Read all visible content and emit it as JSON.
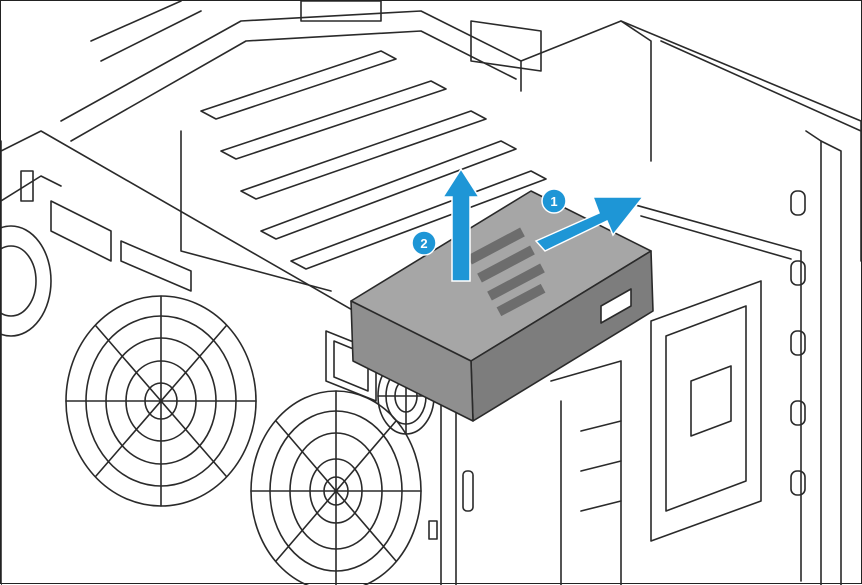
{
  "figure": {
    "line_color": "#2a2a2a",
    "psu_color": "#8a8a8a",
    "arrow_color": "#1e96d6",
    "steps": [
      {
        "label": "1",
        "direction": "right"
      },
      {
        "label": "2",
        "direction": "up"
      }
    ]
  }
}
